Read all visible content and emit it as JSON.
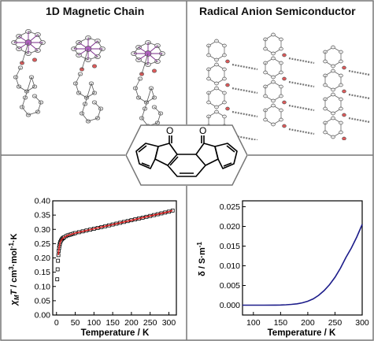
{
  "panels": {
    "top_left_title": "1D Magnetic Chain",
    "top_right_title": "Radical Anion Semiconductor"
  },
  "molecule": {
    "atom_label": "O"
  },
  "chart_data": [
    {
      "type": "scatter",
      "title": "",
      "xlabel": "Temperature / K",
      "ylabel_parts": {
        "chi": "χ",
        "sub_M": "M",
        "T": "T",
        "unit": " / cm",
        "cube": "3",
        "mol": "·mol",
        "inv": "-1",
        "K": "·K"
      },
      "xlim": [
        -10,
        320
      ],
      "ylim": [
        0.0,
        0.4
      ],
      "xticks": [
        "0",
        "50",
        "100",
        "150",
        "200",
        "250",
        "300"
      ],
      "xtick_values": [
        0,
        50,
        100,
        150,
        200,
        250,
        300
      ],
      "yticks": [
        "0.00",
        "0.05",
        "0.10",
        "0.15",
        "0.20",
        "0.25",
        "0.30",
        "0.35",
        "0.40"
      ],
      "ytick_values": [
        0.0,
        0.05,
        0.1,
        0.15,
        0.2,
        0.25,
        0.3,
        0.35,
        0.4
      ],
      "series": [
        {
          "marker": "open-square",
          "color": "#000000",
          "x": [
            2,
            3,
            4,
            5,
            6,
            7,
            8,
            9,
            10,
            12,
            14,
            16,
            18,
            20,
            25,
            30,
            35,
            40,
            45,
            50,
            60,
            70,
            80,
            90,
            100,
            110,
            120,
            130,
            140,
            150,
            160,
            170,
            180,
            190,
            200,
            210,
            220,
            230,
            240,
            250,
            260,
            270,
            280,
            290,
            300,
            310
          ],
          "y": [
            0.125,
            0.16,
            0.19,
            0.21,
            0.225,
            0.235,
            0.243,
            0.25,
            0.255,
            0.261,
            0.265,
            0.268,
            0.27,
            0.272,
            0.276,
            0.279,
            0.281,
            0.283,
            0.285,
            0.287,
            0.29,
            0.293,
            0.296,
            0.299,
            0.302,
            0.305,
            0.308,
            0.311,
            0.314,
            0.317,
            0.32,
            0.323,
            0.326,
            0.329,
            0.332,
            0.335,
            0.338,
            0.341,
            0.344,
            0.347,
            0.35,
            0.353,
            0.356,
            0.359,
            0.362,
            0.366
          ]
        },
        {
          "marker": "line",
          "color": "#d62020",
          "x": [
            5,
            6,
            7,
            8,
            10,
            12,
            15,
            20,
            30,
            50,
            100,
            150,
            200,
            250,
            300,
            310
          ],
          "y": [
            0.21,
            0.225,
            0.235,
            0.243,
            0.255,
            0.261,
            0.266,
            0.272,
            0.279,
            0.287,
            0.302,
            0.317,
            0.332,
            0.347,
            0.362,
            0.366
          ]
        }
      ]
    },
    {
      "type": "line",
      "title": "",
      "xlabel": "Temperature / K",
      "ylabel_parts": {
        "delta": "δ",
        "unit": " / S·m",
        "inv": "-1"
      },
      "xlim": [
        80,
        300
      ],
      "ylim": [
        -0.0025,
        0.0265
      ],
      "xticks": [
        "100",
        "150",
        "200",
        "250",
        "300"
      ],
      "xtick_values": [
        100,
        150,
        200,
        250,
        300
      ],
      "yticks": [
        "0.000",
        "0.005",
        "0.010",
        "0.015",
        "0.020",
        "0.025"
      ],
      "ytick_values": [
        0.0,
        0.005,
        0.01,
        0.015,
        0.02,
        0.025
      ],
      "series": [
        {
          "color": "#1c1c8a",
          "x": [
            80,
            100,
            120,
            140,
            150,
            160,
            170,
            180,
            190,
            200,
            210,
            220,
            230,
            240,
            250,
            260,
            270,
            280,
            290,
            300
          ],
          "y": [
            0.0,
            0.0,
            0.0,
            2e-05,
            5e-05,
            0.0001,
            0.0002,
            0.00035,
            0.0006,
            0.001,
            0.0016,
            0.0025,
            0.0037,
            0.0052,
            0.0071,
            0.0094,
            0.0121,
            0.0145,
            0.0173,
            0.0205
          ]
        }
      ]
    }
  ]
}
